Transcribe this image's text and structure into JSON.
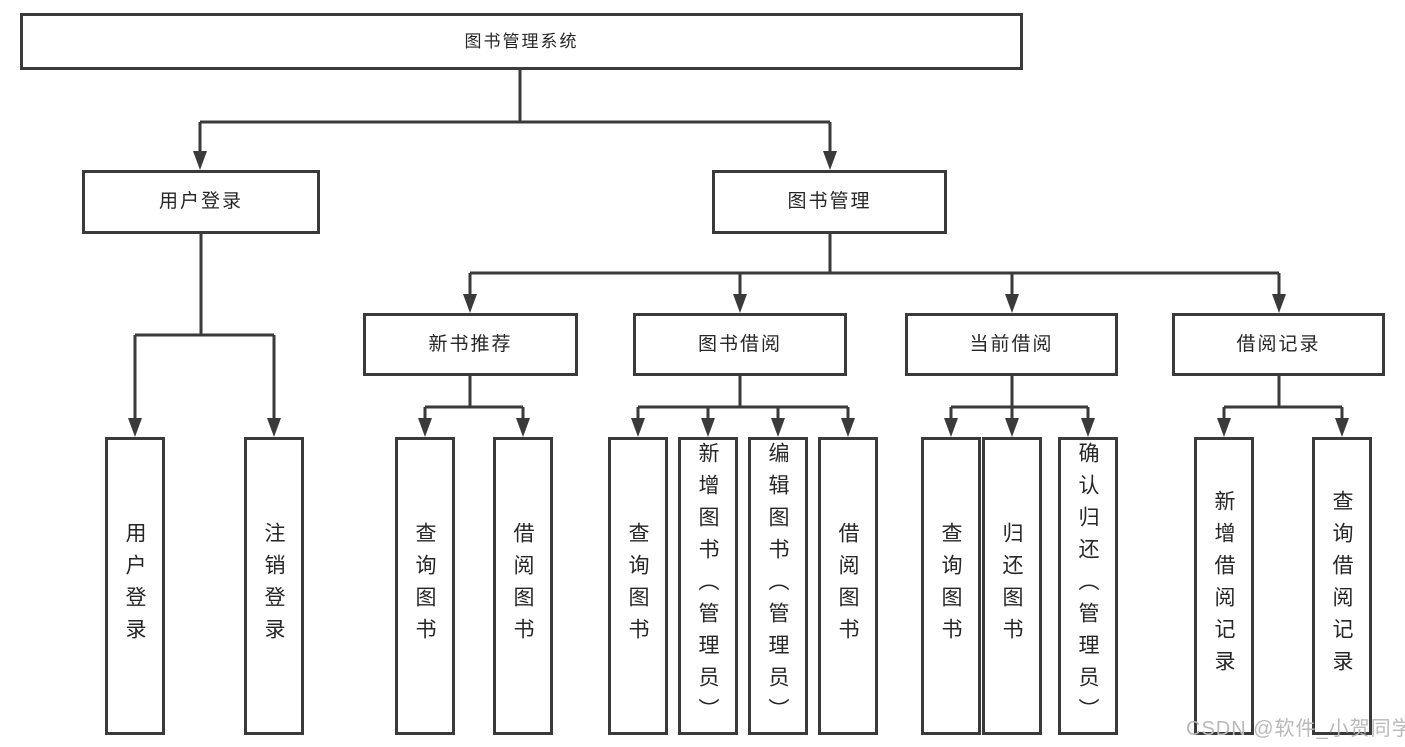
{
  "tree": {
    "root": {
      "label": "图书管理系统",
      "children": [
        {
          "label": "用户登录",
          "children": [
            {
              "label": "用户登录"
            },
            {
              "label": "注销登录"
            }
          ]
        },
        {
          "label": "图书管理",
          "children": [
            {
              "label": "新书推荐",
              "children": [
                {
                  "label": "查询图书"
                },
                {
                  "label": "借阅图书"
                }
              ]
            },
            {
              "label": "图书借阅",
              "children": [
                {
                  "label": "查询图书"
                },
                {
                  "label": "新增图书（管理员）"
                },
                {
                  "label": "编辑图书（管理员）"
                },
                {
                  "label": "借阅图书"
                }
              ]
            },
            {
              "label": "当前借阅",
              "children": [
                {
                  "label": "查询图书"
                },
                {
                  "label": "归还图书"
                },
                {
                  "label": "确认归还（管理员）"
                }
              ]
            },
            {
              "label": "借阅记录",
              "children": [
                {
                  "label": "新增借阅记录"
                },
                {
                  "label": "查询借阅记录"
                }
              ]
            }
          ]
        }
      ]
    }
  },
  "watermark": "CSDN @软件_小贺同学",
  "colors": {
    "line": "#3a3a3a",
    "box_border": "#3a3a3a",
    "text": "#262626",
    "watermark": "#b9b9b9",
    "background": "#ffffff"
  }
}
